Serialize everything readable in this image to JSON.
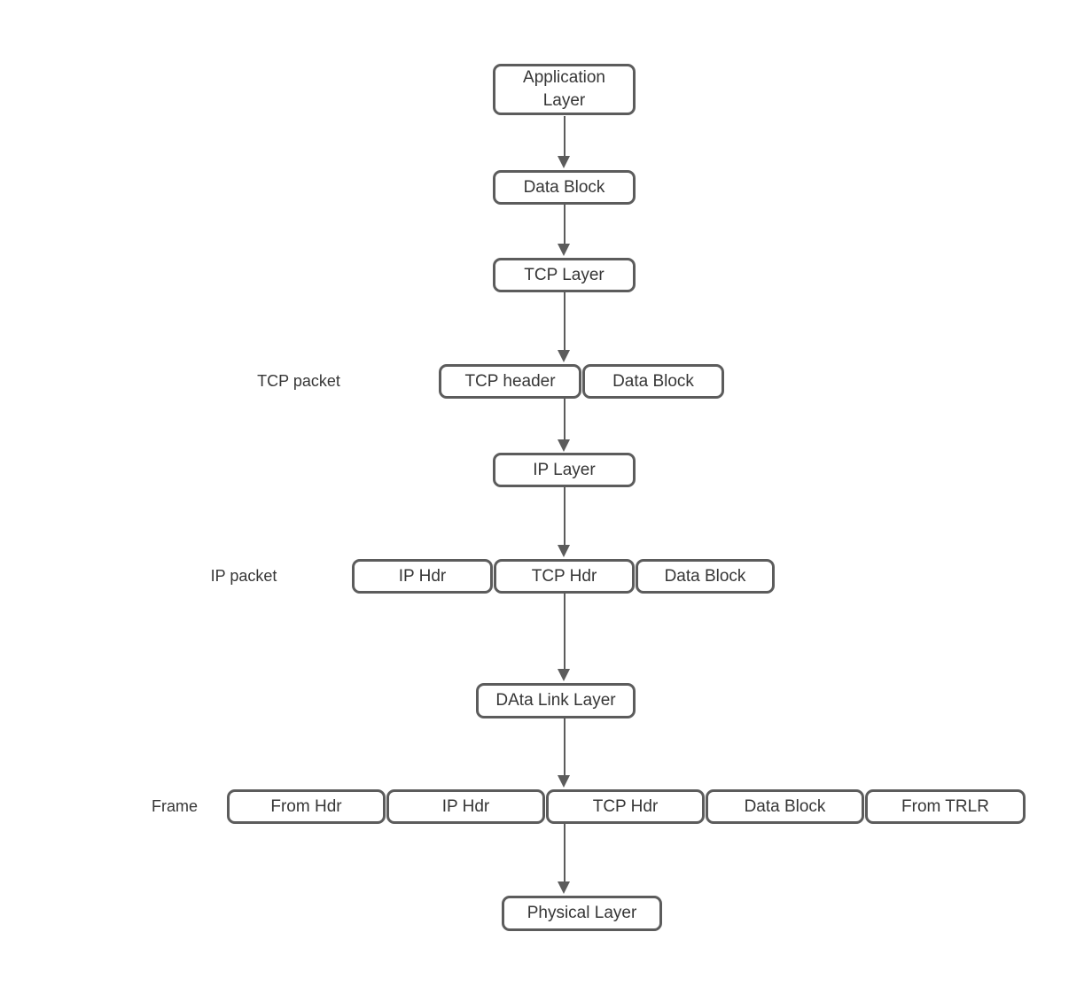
{
  "diagram_type": "tcp-ip-encapsulation-flowchart",
  "nodes": {
    "application_layer": {
      "label": "Application Layer"
    },
    "data_block_app": {
      "label": "Data Block"
    },
    "tcp_layer": {
      "label": "TCP Layer"
    },
    "tcp_header": {
      "label": "TCP header"
    },
    "data_block_tcp": {
      "label": "Data Block"
    },
    "ip_layer": {
      "label": "IP Layer"
    },
    "ip_hdr": {
      "label": "IP Hdr"
    },
    "tcp_hdr": {
      "label": "TCP Hdr"
    },
    "data_block_ip": {
      "label": "Data Block"
    },
    "data_link_layer": {
      "label": "DAta Link Layer"
    },
    "frame_from_hdr": {
      "label": "From Hdr"
    },
    "frame_ip_hdr": {
      "label": "IP Hdr"
    },
    "frame_tcp_hdr": {
      "label": "TCP Hdr"
    },
    "frame_data_block": {
      "label": "Data Block"
    },
    "frame_from_trlr": {
      "label": "From TRLR"
    },
    "physical_layer": {
      "label": "Physical Layer"
    }
  },
  "row_labels": {
    "tcp_packet": "TCP packet",
    "ip_packet": "IP packet",
    "frame": "Frame"
  },
  "connections": [
    {
      "from": "application_layer",
      "to": "data_block_app"
    },
    {
      "from": "data_block_app",
      "to": "tcp_layer"
    },
    {
      "from": "tcp_layer",
      "to": "tcp_packet_row"
    },
    {
      "from": "tcp_packet_row",
      "to": "ip_layer"
    },
    {
      "from": "ip_layer",
      "to": "ip_packet_row"
    },
    {
      "from": "ip_packet_row",
      "to": "data_link_layer"
    },
    {
      "from": "data_link_layer",
      "to": "frame_row"
    },
    {
      "from": "frame_row",
      "to": "physical_layer"
    }
  ],
  "colors": {
    "border": "#5c5c5c",
    "text": "#363636",
    "arrow": "#5c5c5c",
    "background": "#ffffff"
  }
}
